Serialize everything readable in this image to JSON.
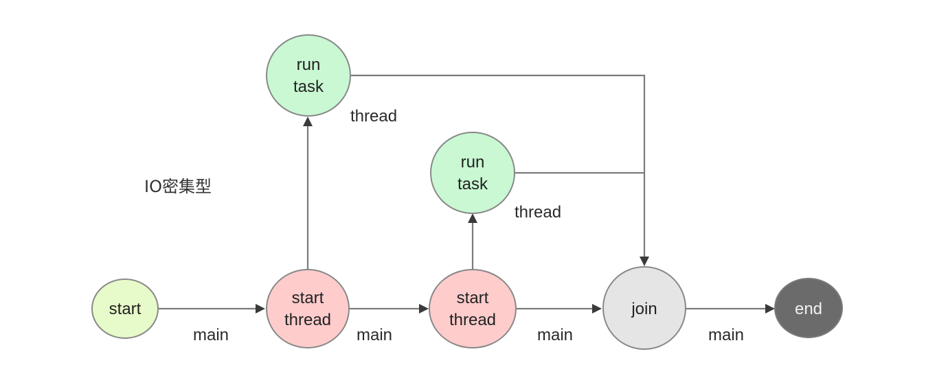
{
  "diagram": {
    "label": "IO密集型",
    "nodes": {
      "start": {
        "text": "start",
        "color": "#e6fbc9"
      },
      "start_thread_1": {
        "line1": "start",
        "line2": "thread",
        "color": "#ffcccc"
      },
      "start_thread_2": {
        "line1": "start",
        "line2": "thread",
        "color": "#ffcccc"
      },
      "run_task_1": {
        "line1": "run",
        "line2": "task",
        "color": "#c9f8d3"
      },
      "run_task_2": {
        "line1": "run",
        "line2": "task",
        "color": "#c9f8d3"
      },
      "join": {
        "text": "join",
        "color": "#e5e5e5"
      },
      "end": {
        "text": "end",
        "color": "#6b6b6b"
      }
    },
    "edge_labels": {
      "main_1": "main",
      "main_2": "main",
      "main_3": "main",
      "main_4": "main",
      "thread_1": "thread",
      "thread_2": "thread"
    },
    "stroke_color": "#888888"
  }
}
